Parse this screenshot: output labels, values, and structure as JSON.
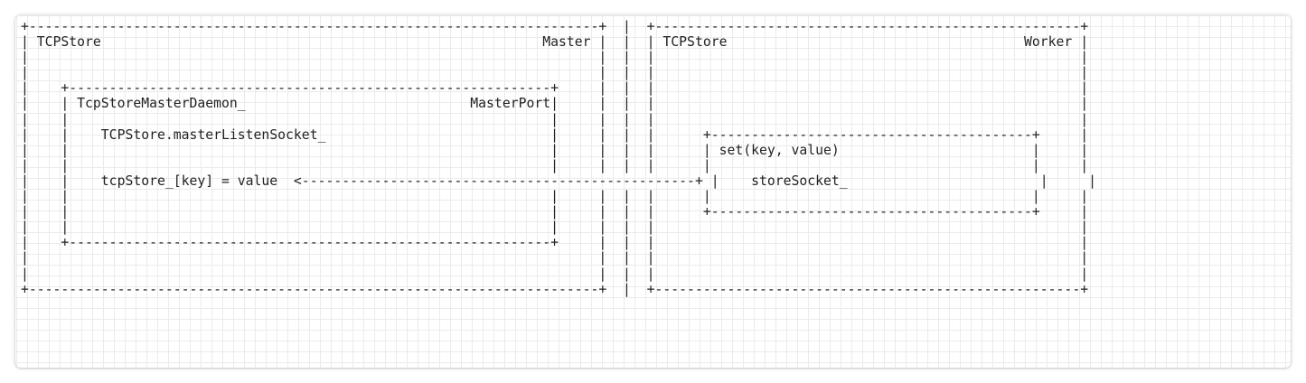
{
  "diagram": {
    "lines": [
      "+-----------------------------------------------------------------------+  |  +-----------------------------------------------------+",
      "| TCPStore                                                       Master |  |  | TCPStore                                     Worker |",
      "|                                                                       |  |  |                                                     |",
      "|                                                                       |  |  |                                                     |",
      "|    +------------------------------------------------------------+     |  |  |                                                     |",
      "|    | TcpStoreMasterDaemon_                            MasterPort|     |  |  |                                                     |",
      "|    |                                                            |     |  |  |                                                     |",
      "|    |    TCPStore.masterListenSocket_                            |     |  |  |      +----------------------------------------+     |",
      "|    |                                                            |     |  |  |      | set(key, value)                        |     |",
      "|    |                                                            |     |  |  |      |                                        |     |",
      "|    |    tcpStore_[key] = value  <-------------------------------------------------+ |    storeSocket_                        |     |",
      "|    |                                                            |     |  |  |      |                                        |     |",
      "|    |                                                            |     |  |  |      +----------------------------------------+     |",
      "|    |                                                            |     |  |  |                                                     |",
      "|    +------------------------------------------------------------+     |  |  |                                                     |",
      "|                                                                       |  |  |                                                     |",
      "|                                                                       |  |  |                                                     |",
      "+-----------------------------------------------------------------------+  |  +-----------------------------------------------------+"
    ]
  }
}
